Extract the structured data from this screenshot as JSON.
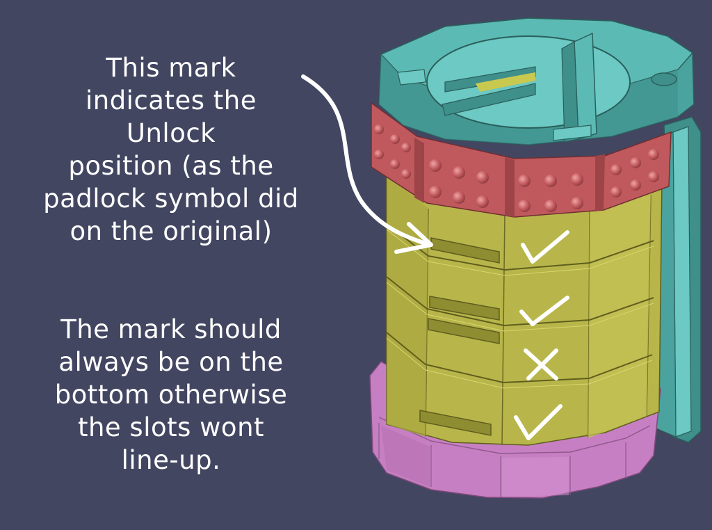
{
  "annotations": {
    "unlock_note": "This  mark\nindicates the\nUnlock\nposition (as the\npadlock symbol did\non the original)",
    "orientation_note": "The mark should\nalways be on the\nbottom otherwise\nthe slots wont\nline-up."
  },
  "colors": {
    "background": "#434661",
    "teal_body": "#4aa39e",
    "teal_highlight": "#6cc9c3",
    "red_ring": "#c0595d",
    "yellow_dials": "#b8b64a",
    "pink_base": "#c77fc3",
    "ink": "#ffffff"
  },
  "marks": [
    "check",
    "check",
    "cross",
    "check"
  ]
}
